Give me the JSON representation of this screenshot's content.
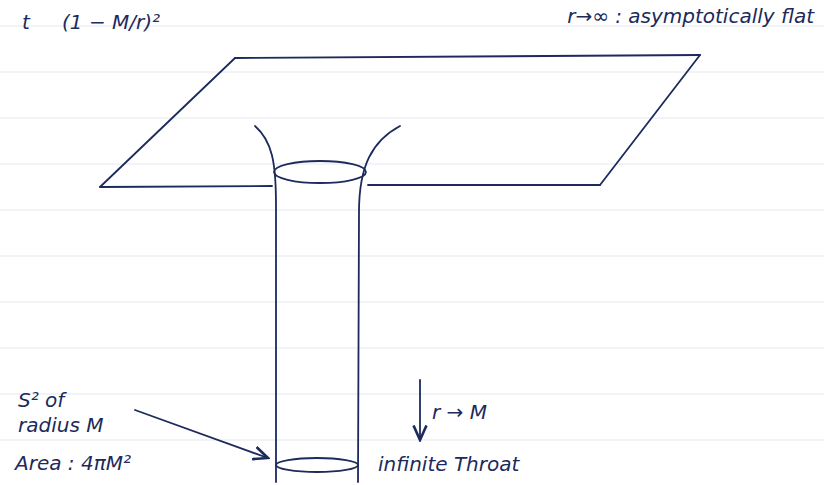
{
  "diagram": {
    "labels": [
      "t",
      "(1 − M/r)²",
      "r→∞ : asymptotically flat",
      "r → M",
      "S² of radius M",
      "Area : 4πM²",
      "infinite Throat"
    ]
  }
}
